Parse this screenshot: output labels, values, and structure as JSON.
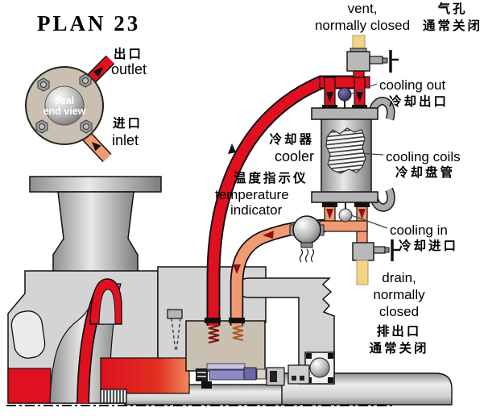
{
  "title": "PLAN 23",
  "seal_end_view": {
    "face_line1": "seal",
    "face_line2": "end view",
    "outlet_cn": "出口",
    "outlet_en": "outlet",
    "inlet_cn": "进口",
    "inlet_en": "inlet"
  },
  "labels": {
    "vent_en_line1": "vent,",
    "vent_en_line2": "normally closed",
    "vent_cn_line1": "气孔",
    "vent_cn_line2": "通常关闭",
    "cooling_out_en": "cooling out",
    "cooling_out_cn": "冷却出口",
    "cooler_cn": "冷却器",
    "cooler_en": "cooler",
    "cooling_coils_en": "cooling coils",
    "cooling_coils_cn": "冷却盘管",
    "temperature_cn": "温度指示仪",
    "temperature_en_line1": "temperature",
    "temperature_en_line2": "indicator",
    "cooling_in_en": "cooling in",
    "cooling_in_cn": "冷却进口",
    "drain_en_line1": "drain,",
    "drain_en_line2": "normally",
    "drain_en_line3": "closed",
    "drain_cn_line1": "排出口",
    "drain_cn_line2": "通常关闭"
  },
  "colors": {
    "pipe_hot": "#df1020",
    "pipe_cool": "#f09a74",
    "pipe_closed": "#f2d489",
    "gland_tan": "#c9c0b1",
    "ball_purple": "#43396b",
    "arrow_maroon": "#8c1212",
    "metal_mid": "#b9b9b9",
    "ink": "#111111"
  }
}
